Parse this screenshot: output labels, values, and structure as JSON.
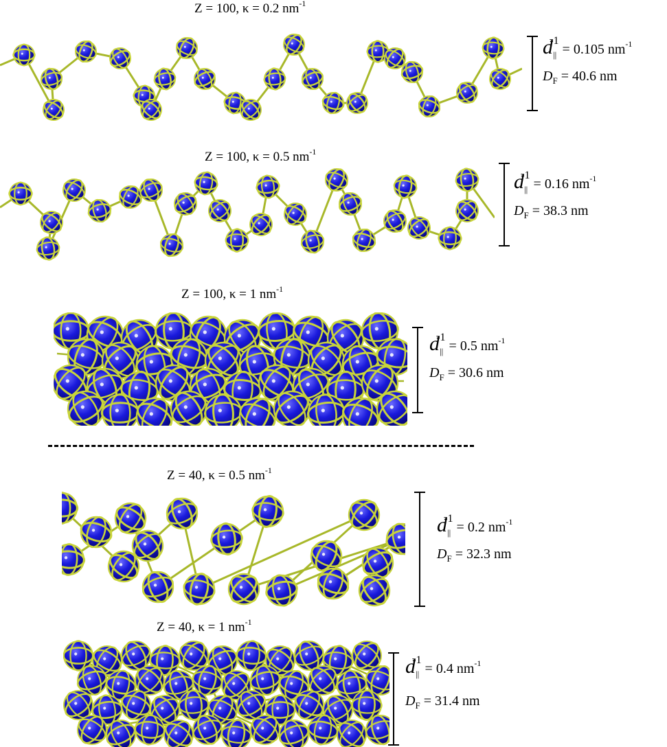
{
  "panels": [
    {
      "title": {
        "z": "Z = 100, ",
        "kappa": "κ = 0.2 nm",
        "exp": "-1"
      },
      "d_value": "= 0.105 nm",
      "d_unit_exp": "-1",
      "df_value": "= 40.6 nm"
    },
    {
      "title": {
        "z": "Z = 100, ",
        "kappa": "κ = 0.5 nm",
        "exp": "-1"
      },
      "d_value": "= 0.16 nm",
      "d_unit_exp": "-1",
      "df_value": "= 38.3 nm"
    },
    {
      "title": {
        "z": "Z = 100, ",
        "kappa": "κ = 1 nm",
        "exp": "-1"
      },
      "d_value": "= 0.5 nm",
      "d_unit_exp": "-1",
      "df_value": "= 30.6 nm"
    },
    {
      "title": {
        "z": "Z = 40, ",
        "kappa": "κ = 0.5 nm",
        "exp": "-1"
      },
      "d_value": "= 0.2 nm",
      "d_unit_exp": "-1",
      "df_value": "= 32.3 nm"
    },
    {
      "title": {
        "z": "Z = 40, ",
        "kappa": "κ = 1 nm",
        "exp": "-1"
      },
      "d_value": "= 0.4 nm",
      "d_unit_exp": "-1",
      "df_value": "= 31.4 nm"
    }
  ],
  "symbols": {
    "d": "d",
    "d_sub": "||",
    "d_exp": "-1",
    "D": "D",
    "D_sub": "F"
  },
  "colors": {
    "sphere": "#1a1adc",
    "sphere_dark": "#06067a",
    "wrap": "#c8d43a",
    "linker": "#a8b82a"
  }
}
